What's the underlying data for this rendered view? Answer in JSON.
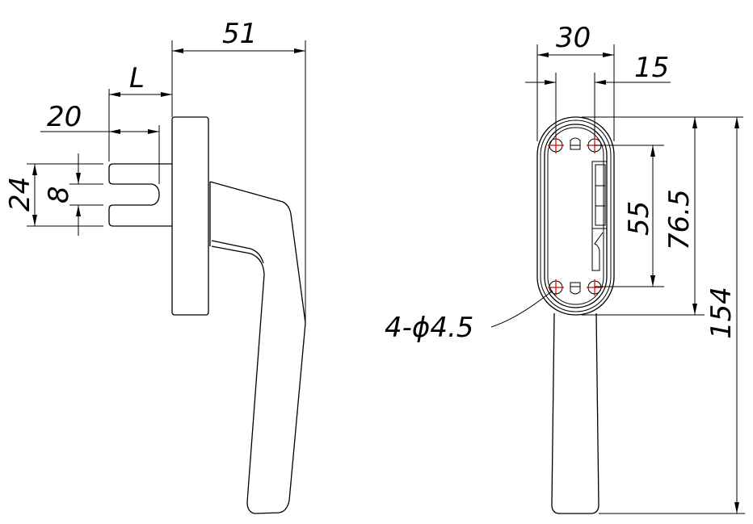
{
  "drawing": {
    "side_view": {
      "dimensions": {
        "overall_depth": "51",
        "spindle_length": "L",
        "spindle_offset": "20",
        "spindle_outer": "24",
        "spindle_slot": "8"
      }
    },
    "front_view": {
      "dimensions": {
        "rosette_width": "30",
        "hole_offset": "15",
        "hole_spacing": "55",
        "rosette_height": "76.5",
        "overall_height": "154",
        "holes": "4-ϕ4.5"
      }
    },
    "colors": {
      "line": "#000000",
      "centerline": "#e00000"
    }
  }
}
